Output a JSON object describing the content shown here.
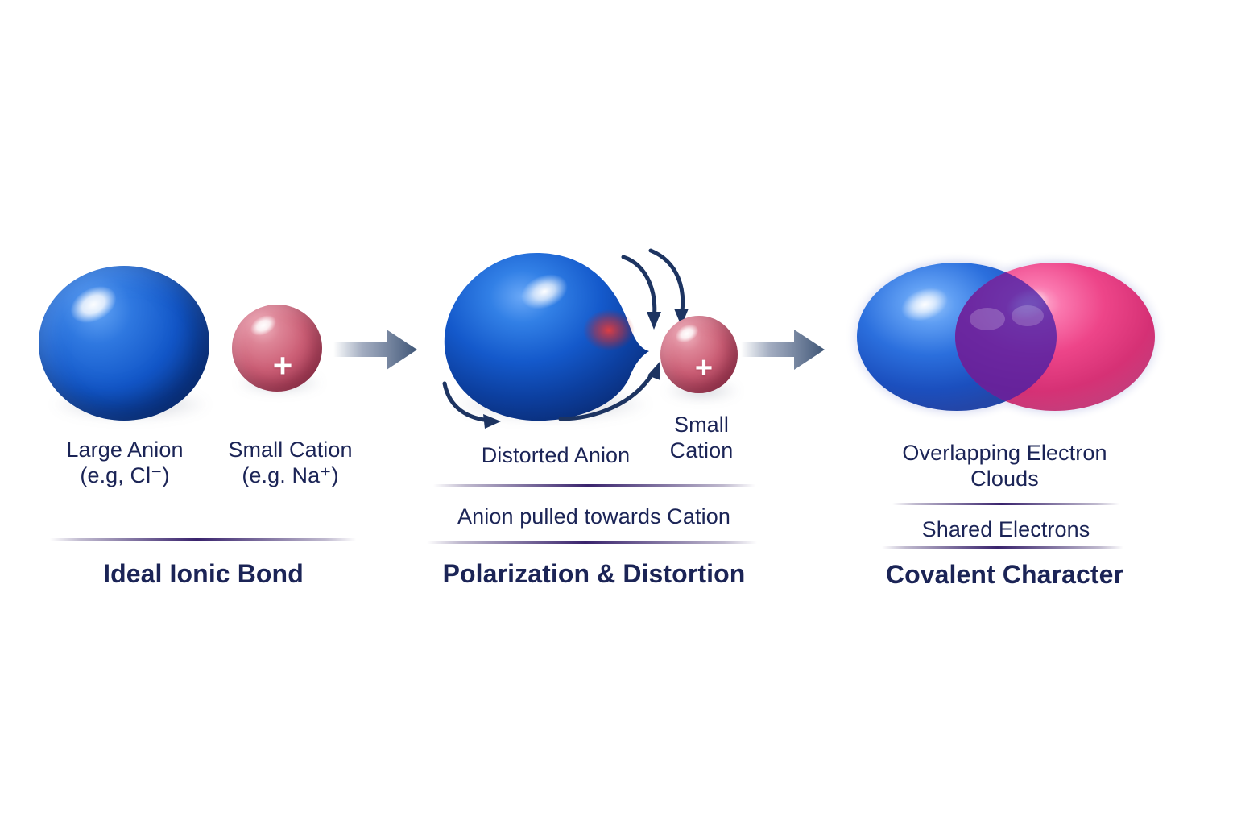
{
  "diagram": {
    "title_sequence": [
      "Ideal Ionic Bond",
      "Polarization & Distortion",
      "Covalent Character"
    ],
    "background_color": "#ffffff",
    "text_color": "#1b2456",
    "anion_color": "#1257c9",
    "cation_color": "#cd6077",
    "overlap_color": "#5b2fae",
    "arrow_color": "#4a6286",
    "curved_arrow_color": "#1d3461",
    "divider_color": "#281060"
  },
  "panels": [
    {
      "id": "ideal-ionic-bond",
      "anion_label": "Large Anion\n(e.g, Cl⁻)",
      "cation_label": "Small Cation\n(e.g. Na⁺)",
      "cation_charge": "+",
      "title": "Ideal Ionic Bond"
    },
    {
      "id": "polarization-distortion",
      "anion_label": "Distorted Anion",
      "cation_label": "Small\nCation",
      "cation_charge": "+",
      "caption": "Anion pulled towards Cation",
      "title": "Polarization & Distortion"
    },
    {
      "id": "covalent-character",
      "clouds_label": "Overlapping Electron\nClouds",
      "caption": "Shared Electrons",
      "title": "Covalent Character"
    }
  ],
  "transitions": [
    {
      "name": "arrow-1",
      "from": "ideal-ionic-bond",
      "to": "polarization-distortion"
    },
    {
      "name": "arrow-2",
      "from": "polarization-distortion",
      "to": "covalent-character"
    }
  ],
  "annotations": {
    "pull_arrows_count": 4,
    "distortion_marker": "red-polarization-glow"
  }
}
